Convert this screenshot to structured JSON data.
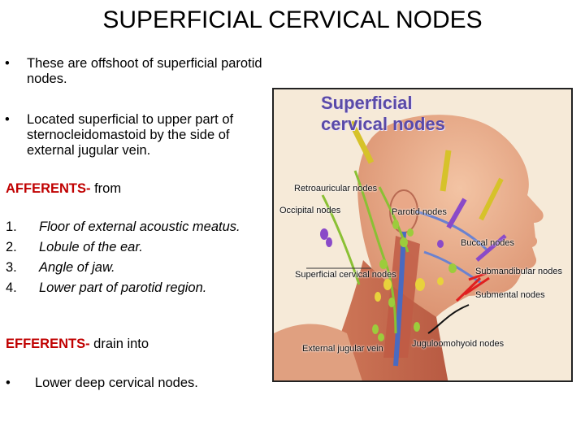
{
  "title": "SUPERFICIAL CERVICAL NODES",
  "bullets": [
    {
      "marker": "•",
      "text": "These are offshoot of superficial parotid nodes."
    },
    {
      "marker": "•",
      "text": "Located superficial to upper part of sternocleidomastoid by the side of external jugular vein."
    }
  ],
  "afferents": {
    "heading": "AFFERENTS-",
    "rest": " from",
    "items": [
      {
        "num": "1.",
        "text": "Floor of external acoustic meatus."
      },
      {
        "num": "2.",
        "text": "Lobule of the ear."
      },
      {
        "num": "3.",
        "text": "Angle of jaw."
      },
      {
        "num": "4.",
        "text": "Lower part of parotid region."
      }
    ]
  },
  "efferents": {
    "heading": "EFFERENTS-",
    "rest": " drain into",
    "bullet_marker": "•",
    "bullet_text": "Lower deep cervical nodes."
  },
  "figure": {
    "title_line1": "Superficial",
    "title_line2": "cervical nodes",
    "labels": {
      "retroauricular": "Retroauricular nodes",
      "occipital": "Occipital nodes",
      "parotid": "Parotid nodes",
      "buccal": "Buccal nodes",
      "submandibular": "Submandibular nodes",
      "submental": "Submental nodes",
      "superficial_cervical": "Superficial cervical nodes",
      "external_jugular": "External jugular vein",
      "jugulo_omohyoid": "Juguloomohyoid nodes"
    },
    "colors": {
      "skin": "#e3a98a",
      "muscle": "#c8644c",
      "node_green": "#9ccc3c",
      "node_yellow": "#e8d23c",
      "node_purple": "#8a4ac8",
      "vessel_blue": "#5a7ac8",
      "arrow_red": "#e02020"
    }
  }
}
